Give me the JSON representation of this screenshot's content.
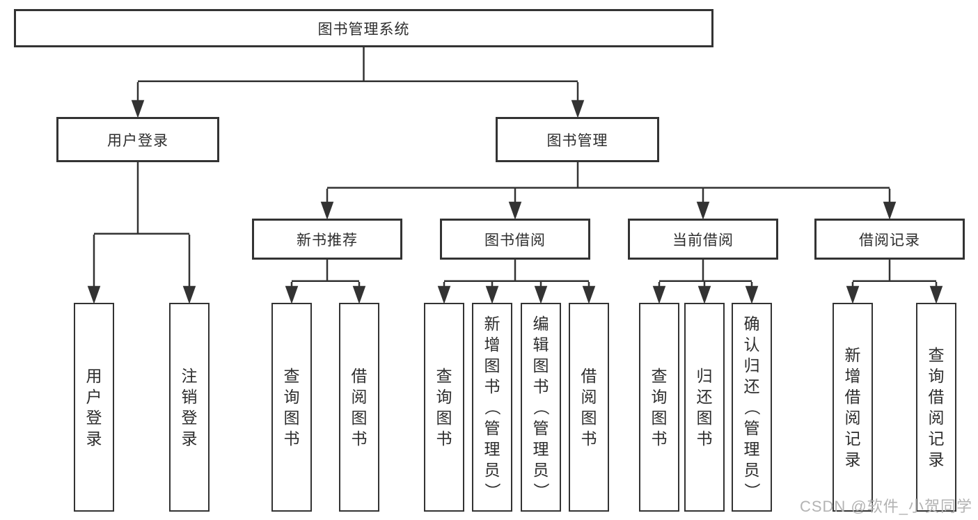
{
  "tree": {
    "root": "图书管理系统",
    "children": [
      {
        "label": "用户登录",
        "children": [
          {
            "label": "用户登录"
          },
          {
            "label": "注销登录"
          }
        ]
      },
      {
        "label": "图书管理",
        "children": [
          {
            "label": "新书推荐",
            "children": [
              {
                "label": "查询图书"
              },
              {
                "label": "借阅图书"
              }
            ]
          },
          {
            "label": "图书借阅",
            "children": [
              {
                "label": "查询图书"
              },
              {
                "label": "新增图书（管理员）"
              },
              {
                "label": "编辑图书（管理员）"
              },
              {
                "label": "借阅图书"
              }
            ]
          },
          {
            "label": "当前借阅",
            "children": [
              {
                "label": "查询图书"
              },
              {
                "label": "归还图书"
              },
              {
                "label": "确认归还（管理员）"
              }
            ]
          },
          {
            "label": "借阅记录",
            "children": [
              {
                "label": "新增借阅记录"
              },
              {
                "label": "查询借阅记录"
              }
            ]
          }
        ]
      }
    ]
  },
  "watermark": {
    "text": "CSDN @软件_小贺同学",
    "color": "#b3b3b3"
  },
  "colors": {
    "line": "#333333",
    "border": "#333333",
    "text": "#2d2d2d",
    "background": "#ffffff"
  }
}
